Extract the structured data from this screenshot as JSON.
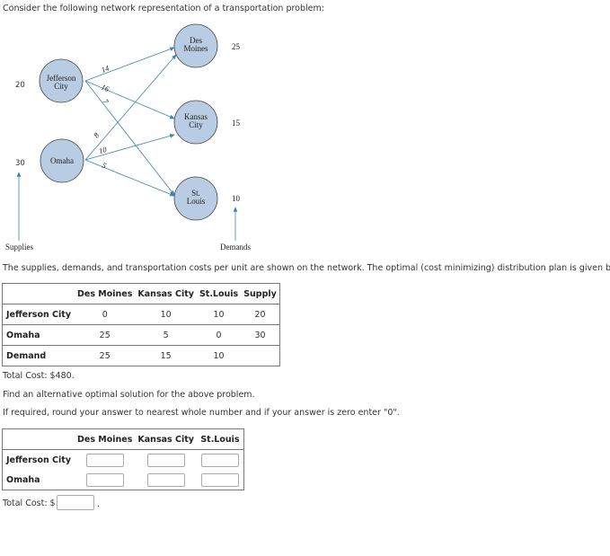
{
  "intro_text": "Consider the following network representation of a transportation problem:",
  "network": {
    "supply_nodes": [
      {
        "id": "jc",
        "line1": "Jefferson",
        "line2": "City",
        "supply": "20"
      },
      {
        "id": "om",
        "line1": "Omaha",
        "line2": "",
        "supply": "30"
      }
    ],
    "demand_nodes": [
      {
        "id": "dm",
        "line1": "Des",
        "line2": "Moines",
        "demand": "25"
      },
      {
        "id": "kc",
        "line1": "Kansas",
        "line2": "City",
        "demand": "15"
      },
      {
        "id": "sl",
        "line1": "St.",
        "line2": "Louis",
        "demand": "10"
      }
    ],
    "arcs": [
      {
        "from": "jc",
        "to": "dm",
        "cost": "14"
      },
      {
        "from": "jc",
        "to": "kc",
        "cost": "16"
      },
      {
        "from": "jc",
        "to": "sl",
        "cost": "7"
      },
      {
        "from": "om",
        "to": "dm",
        "cost": "8"
      },
      {
        "from": "om",
        "to": "kc",
        "cost": "10"
      },
      {
        "from": "om",
        "to": "sl",
        "cost": "5"
      }
    ],
    "supplies_label": "Supplies",
    "demands_label": "Demands",
    "node_fill": "#b8cce4",
    "arrow_color": "#3a84b8"
  },
  "description_text": "The supplies, demands, and transportation costs per unit are shown on the network. The optimal (cost minimizing) distribution plan is given below.",
  "plan_table": {
    "headers": [
      "Des Moines",
      "Kansas City",
      "St.Louis",
      "Supply"
    ],
    "rows": [
      {
        "label": "Jefferson City",
        "cells": [
          "0",
          "10",
          "10",
          "20"
        ]
      },
      {
        "label": "Omaha",
        "cells": [
          "25",
          "5",
          "0",
          "30"
        ]
      }
    ],
    "demand_row": {
      "label": "Demand",
      "cells": [
        "25",
        "15",
        "10",
        ""
      ]
    }
  },
  "total_cost_text": "Total Cost: $480.",
  "question_text": "Find an alternative optimal solution for the above problem.",
  "instruction_text": "If required, round your answer to nearest whole number and if your answer is zero enter \"0\".",
  "answer_table": {
    "headers": [
      "Des Moines",
      "Kansas City",
      "St.Louis"
    ],
    "rows": [
      {
        "label": "Jefferson City",
        "values": [
          "",
          "",
          ""
        ]
      },
      {
        "label": "Omaha",
        "values": [
          "",
          "",
          ""
        ]
      }
    ]
  },
  "total_cost_prompt": "Total Cost: $",
  "total_cost_value": "",
  "trailing_period": "."
}
